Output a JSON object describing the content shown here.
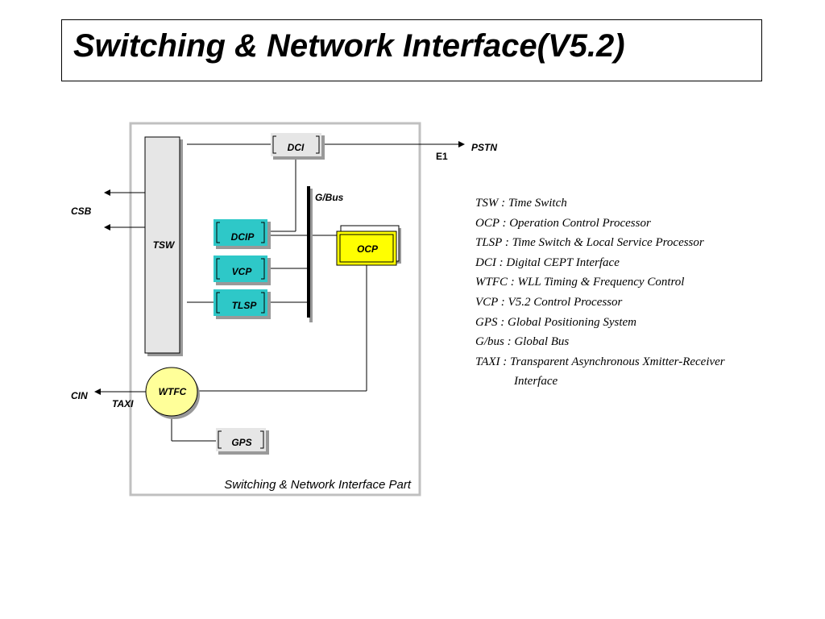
{
  "title": "Switching & Network Interface(V5.2)",
  "diagram": {
    "panel_label": "Switching & Network Interface Part",
    "blocks": {
      "tsw": "TSW",
      "dci": "DCI",
      "dcip": "DCIP",
      "vcp": "VCP",
      "tlsp": "TLSP",
      "ocp": "OCP",
      "wtfc": "WTFC",
      "gps": "GPS"
    },
    "labels": {
      "pstn": "PSTN",
      "e1": "E1",
      "gbus": "G/Bus",
      "csb": "CSB",
      "cin": "CIN",
      "taxi": "TAXI"
    },
    "colors": {
      "teal": "#2ec8c8",
      "yellow": "#ffff00",
      "wtfc": "#ffff99",
      "gray": "#e6e6e6",
      "panel_border": "#c0c0c0"
    }
  },
  "legend": [
    "TSW : Time Switch",
    "OCP : Operation Control Processor",
    "TLSP : Time Switch & Local Service Processor",
    "DCI : Digital CEPT Interface",
    "WTFC : WLL Timing & Frequency Control",
    "VCP : V5.2 Control Processor",
    "GPS : Global Positioning System",
    "G/bus : Global Bus",
    "TAXI : Transparent Asynchronous Xmitter-Receiver",
    "Interface"
  ]
}
